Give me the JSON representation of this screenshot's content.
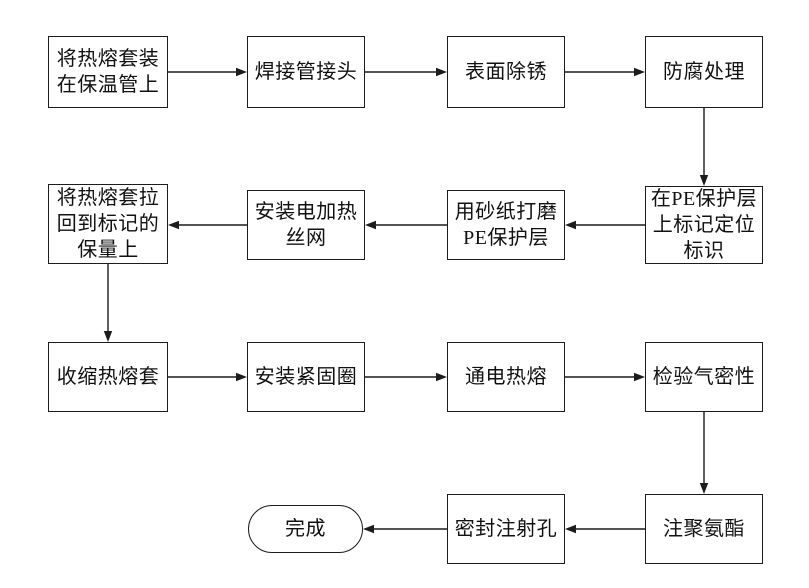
{
  "diagram": {
    "type": "flowchart",
    "background_color": "#ffffff",
    "line_color": "#1c1c1c",
    "text_color": "#111111",
    "nodes": [
      {
        "id": "n1",
        "shape": "rect",
        "label": "将热熔套装\n在保温管上"
      },
      {
        "id": "n2",
        "shape": "rect",
        "label": "焊接管接头"
      },
      {
        "id": "n3",
        "shape": "rect",
        "label": "表面除锈"
      },
      {
        "id": "n4",
        "shape": "rect",
        "label": "防腐处理"
      },
      {
        "id": "n5",
        "shape": "rect",
        "label": "在PE保护层\n上标记定位\n标识"
      },
      {
        "id": "n6",
        "shape": "rect",
        "label": "用砂纸打磨\nPE保护层"
      },
      {
        "id": "n7",
        "shape": "rect",
        "label": "安装电加热\n丝网"
      },
      {
        "id": "n8",
        "shape": "rect",
        "label": "将热熔套拉\n回到标记的\n保量上"
      },
      {
        "id": "n9",
        "shape": "rect",
        "label": "收缩热熔套"
      },
      {
        "id": "n10",
        "shape": "rect",
        "label": "安装紧固圈"
      },
      {
        "id": "n11",
        "shape": "rect",
        "label": "通电热熔"
      },
      {
        "id": "n12",
        "shape": "rect",
        "label": "检验气密性"
      },
      {
        "id": "n13",
        "shape": "rect",
        "label": "注聚氨酯"
      },
      {
        "id": "n14",
        "shape": "rect",
        "label": "密封注射孔"
      },
      {
        "id": "n15",
        "shape": "terminator",
        "label": "完成"
      }
    ],
    "edges": [
      {
        "from": "n1",
        "to": "n2"
      },
      {
        "from": "n2",
        "to": "n3"
      },
      {
        "from": "n3",
        "to": "n4"
      },
      {
        "from": "n4",
        "to": "n5"
      },
      {
        "from": "n5",
        "to": "n6"
      },
      {
        "from": "n6",
        "to": "n7"
      },
      {
        "from": "n7",
        "to": "n8"
      },
      {
        "from": "n8",
        "to": "n9"
      },
      {
        "from": "n9",
        "to": "n10"
      },
      {
        "from": "n10",
        "to": "n11"
      },
      {
        "from": "n11",
        "to": "n12"
      },
      {
        "from": "n12",
        "to": "n13"
      },
      {
        "from": "n13",
        "to": "n14"
      },
      {
        "from": "n14",
        "to": "n15"
      }
    ]
  }
}
